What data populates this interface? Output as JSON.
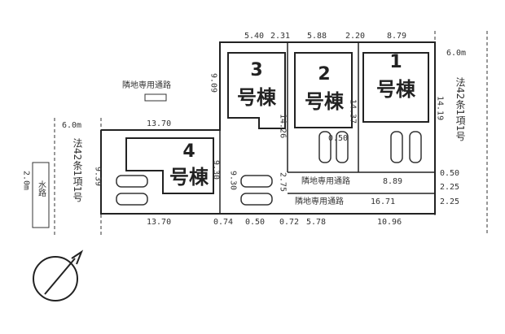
{
  "lots": [
    {
      "num": "1",
      "suffix": "号棟"
    },
    {
      "num": "2",
      "suffix": "号棟"
    },
    {
      "num": "3",
      "suffix": "号棟"
    },
    {
      "num": "4",
      "suffix": "号棟"
    }
  ],
  "labels": {
    "private_road_top": "隣地専用通路",
    "private_road_mid": "隣地専用通路",
    "private_road_bottom": "隣地専用通路",
    "road_right": "法42条1項1号",
    "road_left": "法42条1項1号",
    "waterway": "水路"
  },
  "dims": {
    "top": [
      "5.40",
      "2.31",
      "5.88",
      "2.20",
      "8.79"
    ],
    "bottom": [
      "13.70",
      "0.74",
      "0.50",
      "0.72",
      "5.78",
      "10.96"
    ],
    "left_top": "13.70",
    "road_width_right": "6.0m",
    "road_width_left": "6.0m",
    "waterway_width": "2.0m",
    "lot3_height": "9.09",
    "lot2_height": "14.26",
    "lot1_height": "14.37",
    "right_side": "14.19",
    "lot4_left": "9.39",
    "lot4_right": "9.30",
    "lot4_gap": "9.30",
    "passage_gap": "2.75",
    "lot2_inner": "0.50",
    "passage_top_len": "8.89",
    "passage_bottom_len": "16.71",
    "right_050": "0.50",
    "right_225a": "2.25",
    "right_225b": "2.25"
  }
}
